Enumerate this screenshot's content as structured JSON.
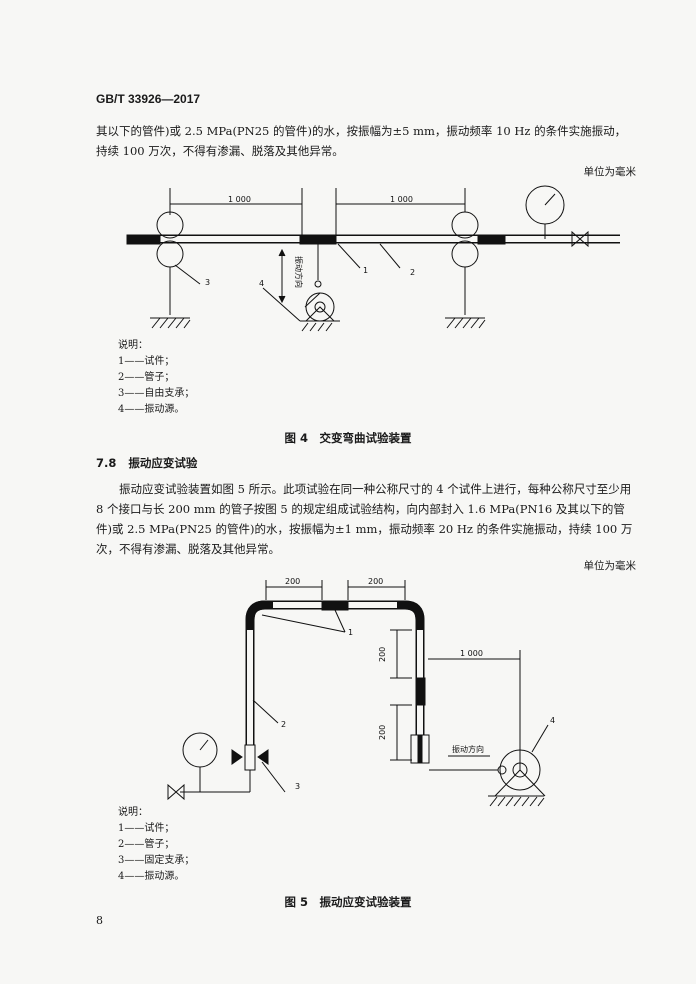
{
  "header": {
    "standard": "GB/T 33926—2017"
  },
  "para1": "其以下的管件)或 2.5 MPa(PN25 的管件)的水，按振幅为±5 mm，振动频率 10 Hz 的条件实施振动，持续 100 万次，不得有渗漏、脱落及其他异常。",
  "unit_label": "单位为毫米",
  "fig4": {
    "dims": [
      "1 000",
      "1 000"
    ],
    "callouts": [
      "1",
      "2",
      "3",
      "4"
    ],
    "direction": "振动方向",
    "legend_title": "说明：",
    "legend": [
      "1——试件；",
      "2——管子；",
      "3——自由支承；",
      "4——振动源。"
    ],
    "caption": "图 4　交变弯曲试验装置"
  },
  "section": {
    "number": "7.8",
    "title": "振动应变试验"
  },
  "para2": "振动应变试验装置如图 5 所示。此项试验在同一种公称尺寸的 4 个试件上进行，每种公称尺寸至少用 8 个接口与长 200 mm 的管子按图 5 的规定组成试验结构，向内部封入 1.6 MPa(PN16 及其以下的管件)或 2.5 MPa(PN25 的管件)的水，按振幅为±1 mm，振动频率 20 Hz 的条件实施振动，持续 100 万次，不得有渗漏、脱落及其他异常。",
  "fig5": {
    "dims": [
      "200",
      "200",
      "200",
      "200",
      "1 000"
    ],
    "callouts": [
      "1",
      "2",
      "3",
      "4"
    ],
    "direction": "振动方向",
    "legend_title": "说明：",
    "legend": [
      "1——试件；",
      "2——管子；",
      "3——固定支承；",
      "4——振动源。"
    ],
    "caption": "图 5　振动应变试验装置"
  },
  "page_number": "8"
}
